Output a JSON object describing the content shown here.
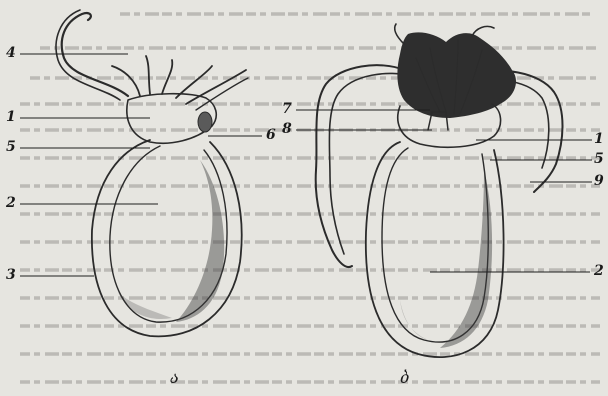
{
  "figure": {
    "left": {
      "caption": "ა",
      "labels": {
        "l4": "4",
        "l1": "1",
        "l5": "5",
        "l6": "6",
        "l2": "2",
        "l3": "3"
      }
    },
    "right": {
      "caption": "ბ",
      "labels": {
        "l7": "7",
        "l8": "8",
        "l1": "1",
        "l5": "5",
        "l9": "9",
        "l2": "2"
      }
    }
  }
}
